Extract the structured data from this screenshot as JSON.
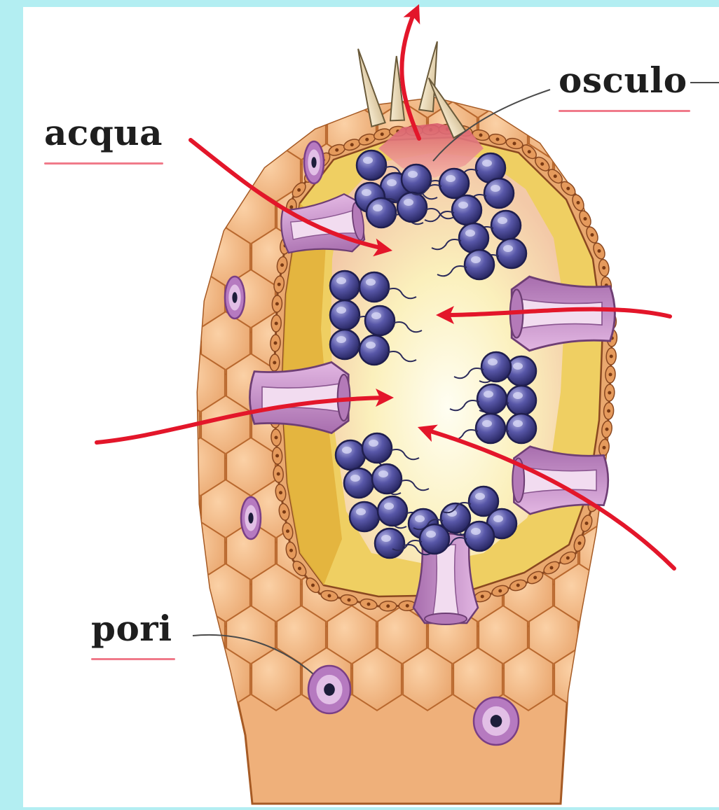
{
  "labels": {
    "acqua": "acqua",
    "osculo": "osculo",
    "pori": "pori"
  },
  "colors": {
    "background": "#b3eef2",
    "panel": "#ffffff",
    "arrow": "#e3162a",
    "outer_cells": "#f0b47e",
    "cell_outline": "#b8682e",
    "cavity": "#fdf4c8",
    "mesohyl": "#efd068",
    "choanocyte": "#4c4b9e",
    "porocyte": "#c991cc",
    "underline": "#f07a8a"
  },
  "icons": {
    "water_flow": "arrow-icon",
    "choanocyte": "sphere-cell-icon",
    "porocyte": "funnel-cell-icon",
    "spicule": "spicule-icon"
  }
}
